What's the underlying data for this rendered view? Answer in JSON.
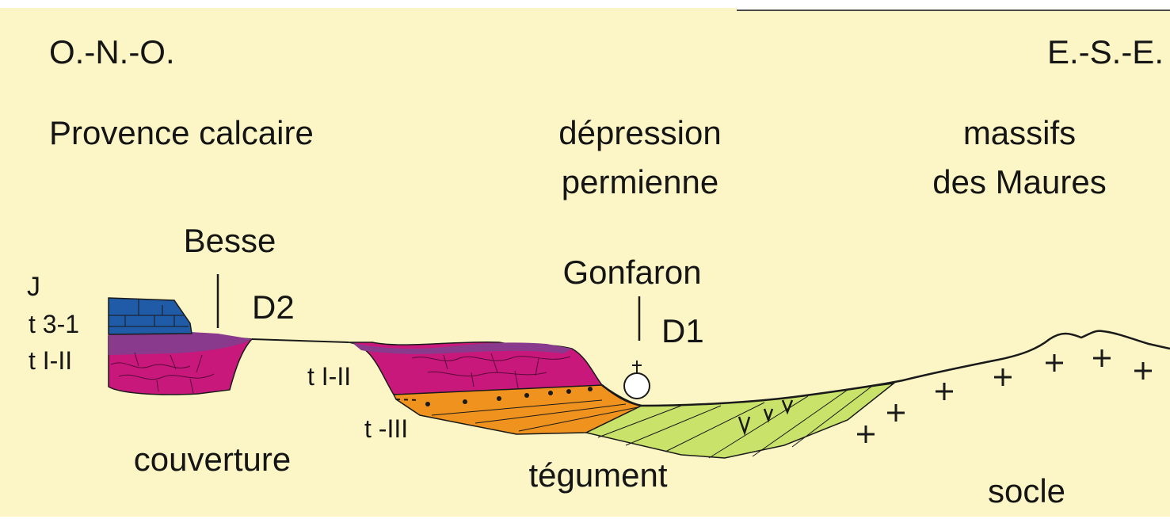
{
  "directions": {
    "west": "O.-N.-O.",
    "east": "E.-S.-E."
  },
  "regions": {
    "west": "Provence calcaire",
    "center_line1": "dépression",
    "center_line2": "permienne",
    "east_line1": "massifs",
    "east_line2": "des Maures"
  },
  "localities": {
    "besse": "Besse",
    "gonfaron": "Gonfaron"
  },
  "markers": {
    "d2": "D2",
    "d1": "D1"
  },
  "strata_labels": {
    "j": "J",
    "t31": "t 3-1",
    "t12_left": "t I-II",
    "t12_mid": "t I-II",
    "tiii": "t -III"
  },
  "units": {
    "couverture": "couverture",
    "tegument": "tégument",
    "socle": "socle"
  },
  "colors": {
    "background": "#fcf6c6",
    "jurassic_blue": "#1f5ba6",
    "trias_purple": "#8a3a8c",
    "trias_magenta": "#c8187c",
    "trias_orange": "#f0921e",
    "permian_green": "#c9e26a",
    "outline": "#1a1a1a"
  },
  "symbols": {
    "socle": "+",
    "volcanic": "v",
    "church": "†"
  }
}
